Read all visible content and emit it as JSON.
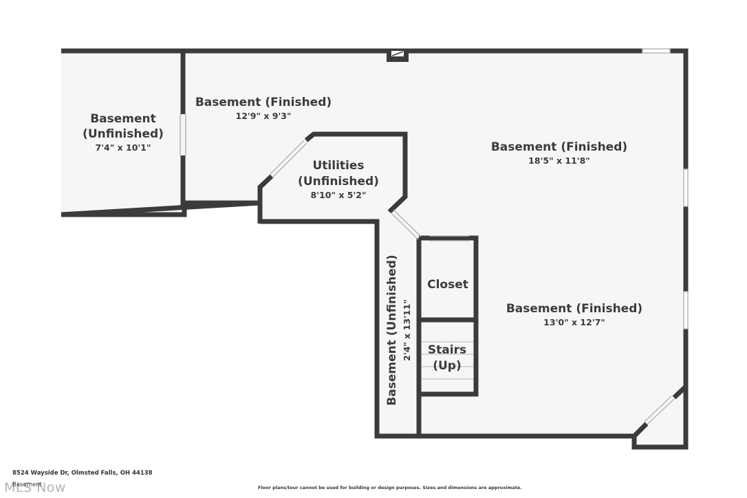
{
  "colors": {
    "wall": "#3b3b3b",
    "floor": "#f6f6f6",
    "window": "#b5b5b5"
  },
  "rooms": {
    "basement_left": {
      "name_line1": "Basement",
      "name_line2": "(Unfinished)",
      "dimensions": "7'4\" x 10'1\""
    },
    "basement_top": {
      "name": "Basement (Finished)",
      "dimensions": "12'9\" x 9'3\""
    },
    "basement_main": {
      "name": "Basement (Finished)",
      "dimensions": "18'5\" x 11'8\""
    },
    "utilities": {
      "name_line1": "Utilities",
      "name_line2": "(Unfinished)",
      "dimensions": "8'10\" x 5'2\""
    },
    "closet": {
      "name": "Closet"
    },
    "stairs": {
      "name_line1": "Stairs",
      "name_line2": "(Up)"
    },
    "basement_lower": {
      "name": "Basement (Finished)",
      "dimensions": "13'0\" x 12'7\""
    },
    "basement_hall": {
      "name": "Basement (Unfinished)",
      "dimensions": "2'4\" x 13'11\""
    }
  },
  "footer": {
    "address": "8524 Wayside Dr, Olmsted Falls, OH 44138",
    "floor_name": "Basement",
    "watermark": "MLS Now",
    "disclaimer": "Floor plans/tour cannot be used for building or design purposes. Sizes and dimensions are approximate."
  }
}
